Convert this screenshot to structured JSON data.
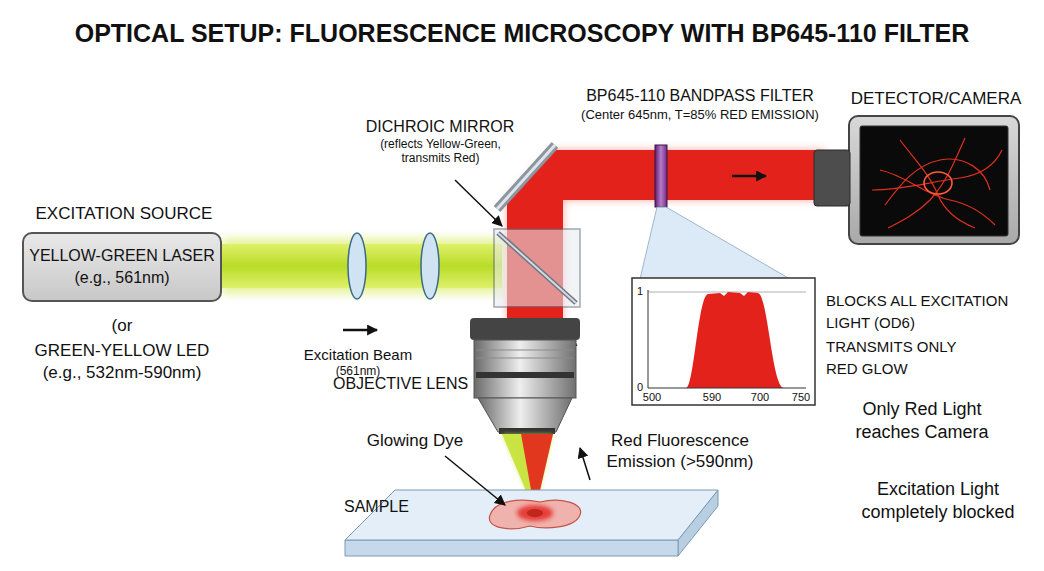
{
  "diagram": {
    "title": "OPTICAL SETUP: FLUORESCENCE MICROSCOPY WITH BP645-110 FILTER",
    "nodes": [
      {
        "text": [
          "EXCITATION SOURCE",
          "YELLOW-GREEN LASER (e.g., 561nm)"
        ]
      },
      {
        "text": [
          "DETECTOR/CAMERA"
        ]
      }
    ],
    "labels": [
      "BP645-110 BANDPASS FILTER",
      "(Center 645nm, T=85% RED EMISSION)",
      "DICHROIC MIRROR",
      "(reflects Yellow-Green, transmits Red)",
      "(or",
      "GREEN-YELLOW LED (e.g., 532nm-590nm)",
      "Excitation Beam",
      "(561nm)",
      "OBJECTIVE LENS",
      "BLOCKS ALL EXCITATION LIGHT (OD6)",
      "TRANSMITS ONLY RED GLOW",
      "1",
      "0",
      "500",
      "590",
      "700",
      "750",
      "Only Red Light reaches Camera",
      "Glowing Dye",
      "Red Fluorescence Emission (>590nm)",
      "SAMPLE",
      "Excitation Light completely blocked"
    ]
  }
}
